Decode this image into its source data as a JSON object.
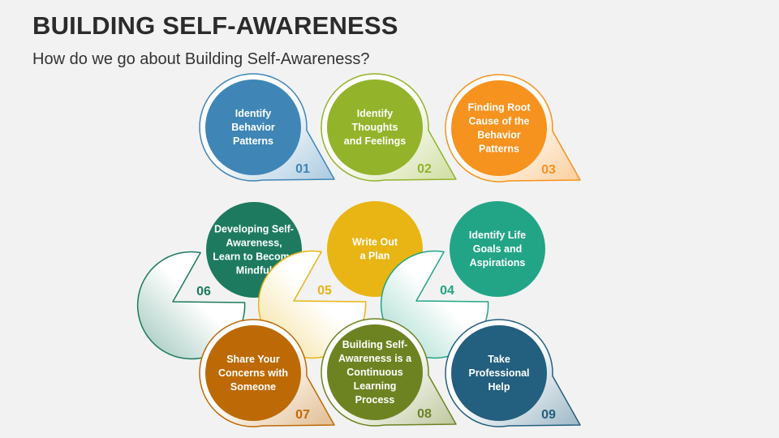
{
  "title": "BUILDING SELF-AWARENESS",
  "subtitle": "How do we go about Building Self-Awareness?",
  "steps": [
    {
      "number": "01",
      "lines": [
        "Identify",
        "Behavior",
        "Patterns"
      ],
      "color": "#3f86b7",
      "tail": "br"
    },
    {
      "number": "02",
      "lines": [
        "Identify",
        "Thoughts",
        "and Feelings"
      ],
      "color": "#93b32a",
      "tail": "br"
    },
    {
      "number": "03",
      "lines": [
        "Finding Root",
        "Cause of the",
        "Behavior",
        "Patterns"
      ],
      "color": "#f6921e",
      "tail": "br"
    },
    {
      "number": "06",
      "lines": [
        "Developing Self-",
        "Awareness,",
        "Learn to Become",
        "Mindful"
      ],
      "color": "#1d7a5f",
      "tail": "bl"
    },
    {
      "number": "05",
      "lines": [
        "Write Out",
        "a Plan"
      ],
      "color": "#e8b514",
      "tail": "bl"
    },
    {
      "number": "04",
      "lines": [
        "Identify Life",
        "Goals and",
        "Aspirations"
      ],
      "color": "#22a587",
      "tail": "bl"
    },
    {
      "number": "07",
      "lines": [
        "Share Your",
        "Concerns with",
        "Someone"
      ],
      "color": "#bd6a06",
      "tail": "br"
    },
    {
      "number": "08",
      "lines": [
        "Building Self-",
        "Awareness is a",
        "Continuous",
        "Learning",
        "Process"
      ],
      "color": "#6d8322",
      "tail": "br"
    },
    {
      "number": "09",
      "lines": [
        "Take",
        "Professional",
        "Help"
      ],
      "color": "#235f7e",
      "tail": "br"
    }
  ]
}
